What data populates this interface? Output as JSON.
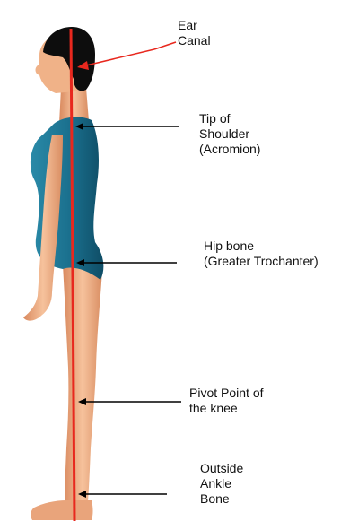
{
  "colors": {
    "plumb_line": "#e8281e",
    "leader_line": "#000000",
    "skin": "#f2b58c",
    "swimsuit": "#1e6f8a",
    "hair": "#0d0d0d",
    "background": "#ffffff"
  },
  "labels": {
    "ear": {
      "line1": "Ear",
      "line2": "Canal"
    },
    "shoulder": {
      "line1": "Tip of",
      "line2": "Shoulder",
      "line3": "(Acromion)"
    },
    "hip": {
      "line1": "Hip bone",
      "line2": "(Greater Trochanter)"
    },
    "knee": {
      "line1": "Pivot Point of",
      "line2": "the knee"
    },
    "ankle": {
      "line1": "Outside",
      "line2": "Ankle",
      "line3": "Bone"
    }
  }
}
